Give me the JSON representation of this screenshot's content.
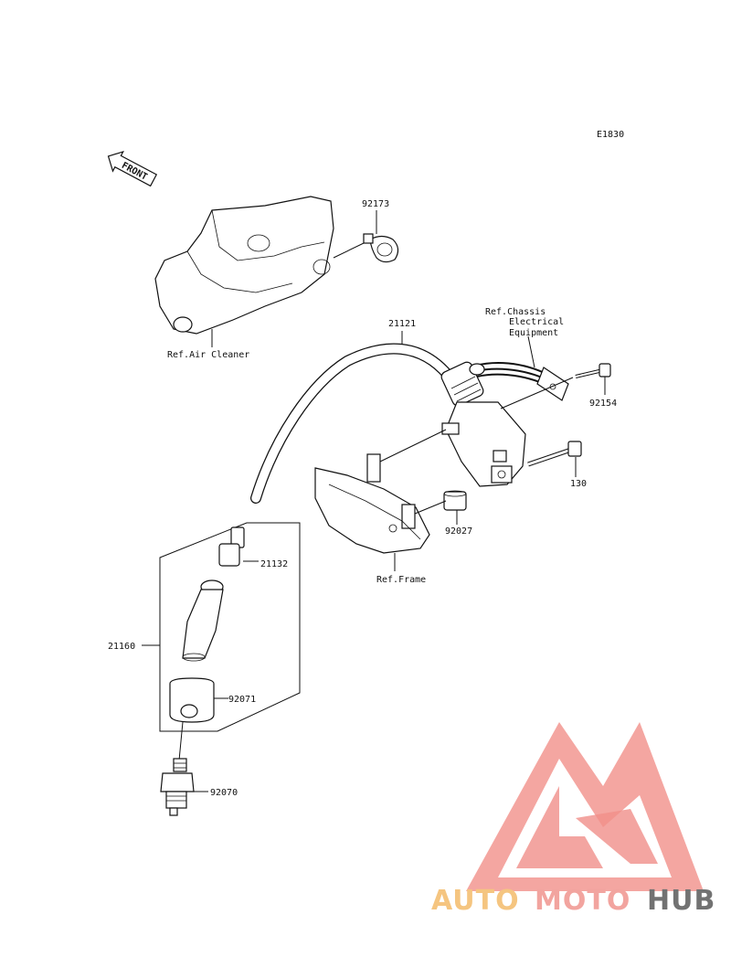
{
  "diagram": {
    "code": "E1830",
    "front_label": "FRONT",
    "parts": {
      "p92173": "92173",
      "p21121": "21121",
      "p92154": "92154",
      "p130": "130",
      "p92027": "92027",
      "p21132": "21132",
      "p21160": "21160",
      "p92071": "92071",
      "p92070": "92070"
    },
    "refs": {
      "air_cleaner": "Ref.Air Cleaner",
      "chassis_1": "Ref.Chassis",
      "chassis_2": "Electrical",
      "chassis_3": "Equipment",
      "frame": "Ref.Frame"
    }
  },
  "watermark": {
    "word_auto": "AUTO",
    "word_moto": "MOTO",
    "word_hub": "HUB",
    "color_auto": "#f5c27a",
    "color_moto": "#f2a09a",
    "color_hub": "#6b6b6b",
    "color_logo": "#f08a83"
  }
}
